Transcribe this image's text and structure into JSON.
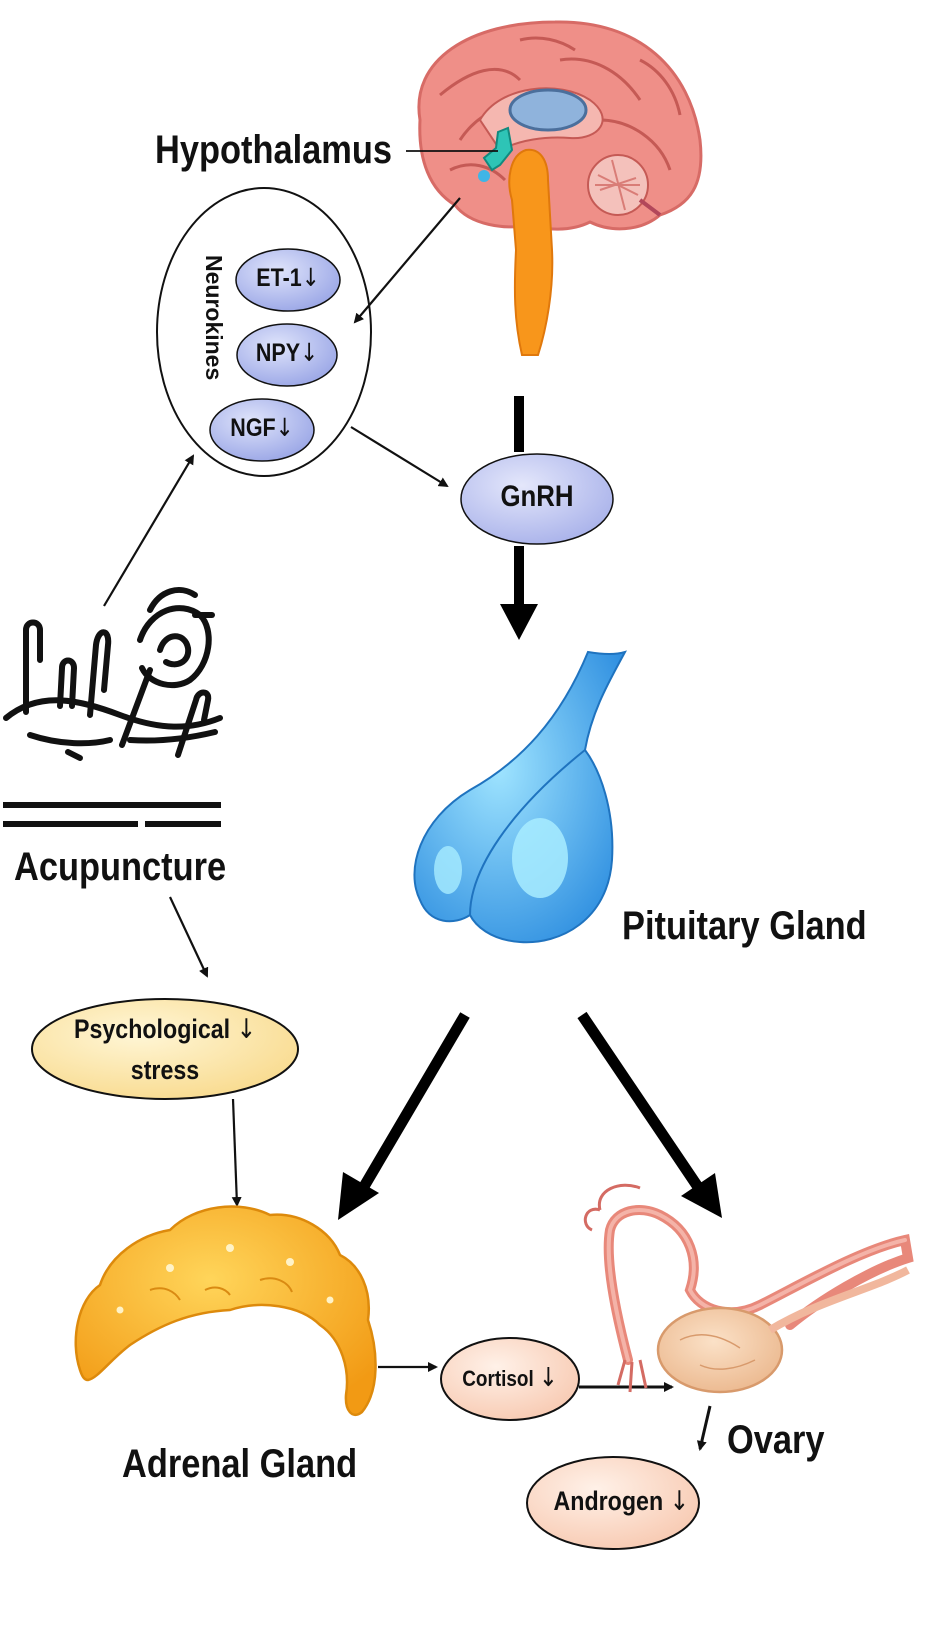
{
  "labels": {
    "hypothalamus": "Hypothalamus",
    "neurokines": "Neurokines",
    "et1": "ET-1",
    "npy": "NPY",
    "ngf": "NGF",
    "gnrh": "GnRH",
    "pituitary": "Pituitary Gland",
    "acupuncture": "Acupuncture",
    "stress_line1": "Psychological",
    "stress_line2": "stress",
    "adrenal": "Adrenal Gland",
    "cortisol": "Cortisol",
    "ovary": "Ovary",
    "androgen": "Androgen",
    "decrease_arrow": "↓"
  },
  "colors": {
    "neurokine_oval": "#b9c2f0",
    "gnrh_oval": "#c3c9ee",
    "stress_oval": "#fbe6a6",
    "hormone_oval": "#fbd9c7",
    "brain": "#ef8f88",
    "pituitary": "#5fb8f0",
    "adrenal": "#f7b52a",
    "ovary": "#f2c39c"
  },
  "icons": {
    "brain": "brain-icon",
    "pituitary": "pituitary-gland-icon",
    "adrenal": "adrenal-gland-icon",
    "ovary": "ovary-uterus-icon",
    "acupuncture": "acupuncture-needles-icon"
  }
}
